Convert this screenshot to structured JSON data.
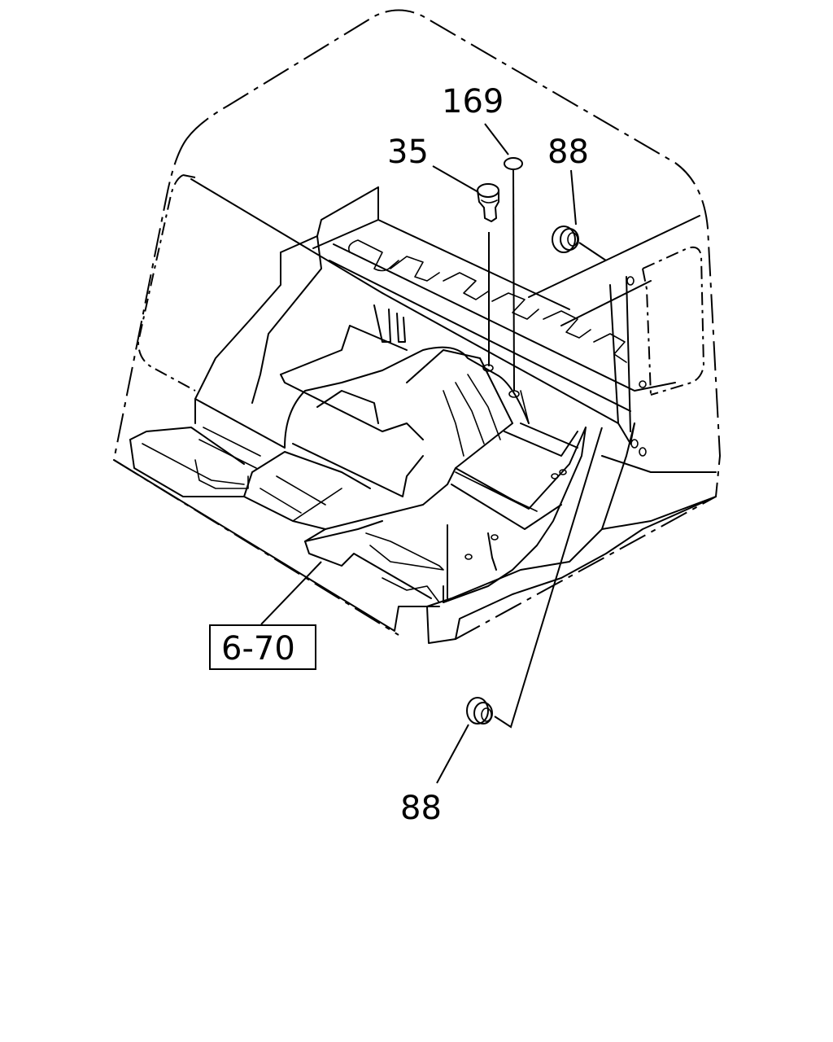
{
  "diagram": {
    "callouts": {
      "part_169": "169",
      "part_35": "35",
      "part_88_top": "88",
      "part_88_bottom": "88",
      "ref_6_70": "6-70"
    }
  }
}
